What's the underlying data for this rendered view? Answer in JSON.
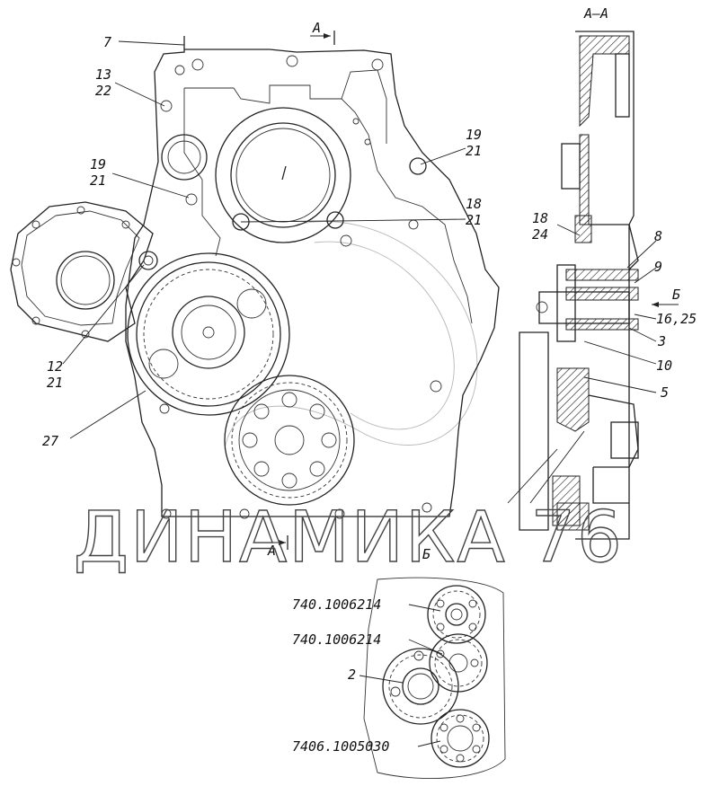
{
  "section_label": "А–А",
  "view_arrows": {
    "section_top": "А",
    "section_bottom": "А",
    "view_b_arrow": "Б",
    "view_b_title": "Б"
  },
  "callouts": {
    "c7": "7",
    "c13_22": [
      "13",
      "22"
    ],
    "c19_21_left": [
      "19",
      "21"
    ],
    "c19_21_right": [
      "19",
      "21"
    ],
    "c18_21": [
      "18",
      "21"
    ],
    "c12_21": [
      "12",
      "21"
    ],
    "c27": "27",
    "c18_24": [
      "18",
      "24"
    ],
    "c8": "8",
    "c9": "9",
    "c16_25": "16,25",
    "c3": "3",
    "c10": "10",
    "c5": "5"
  },
  "detail_b": {
    "part_top": "740.1006214",
    "part_mid": "740.1006214",
    "part_2": "2",
    "part_bottom": "7406.1005030"
  },
  "watermark": "ДИНАМИКА 76"
}
